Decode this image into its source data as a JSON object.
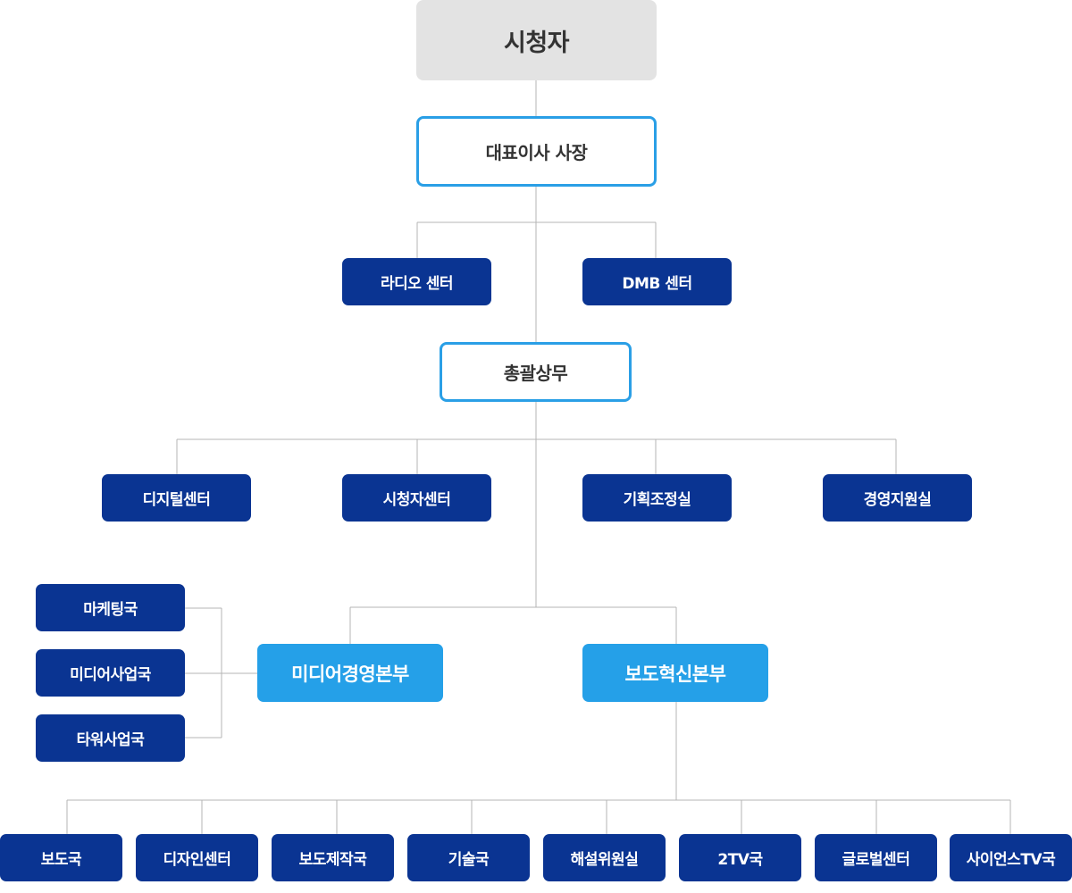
{
  "chart": {
    "top": "시청자",
    "ceo": "대표이사 사장",
    "direct_centers": [
      "라디오 센터",
      "DMB 센터"
    ],
    "general_director": "총괄상무",
    "offices": [
      "디지털센터",
      "시청자센터",
      "기획조정실",
      "경영지원실"
    ],
    "headquarters": {
      "media": {
        "label": "미디어경영본부",
        "divisions": [
          "마케팅국",
          "미디어사업국",
          "타워사업국"
        ]
      },
      "news": {
        "label": "보도혁신본부",
        "divisions": [
          "보도국",
          "디자인센터",
          "보도제작국",
          "기술국",
          "해설위원실",
          "2TV국",
          "글로벌센터",
          "사이언스TV국"
        ]
      }
    }
  },
  "colors": {
    "top_fill": "#e3e3e3",
    "outline_border": "#2a9fe6",
    "dark_fill": "#0a3492",
    "light_fill": "#25a0e8",
    "connector": "#b4b4b4"
  }
}
